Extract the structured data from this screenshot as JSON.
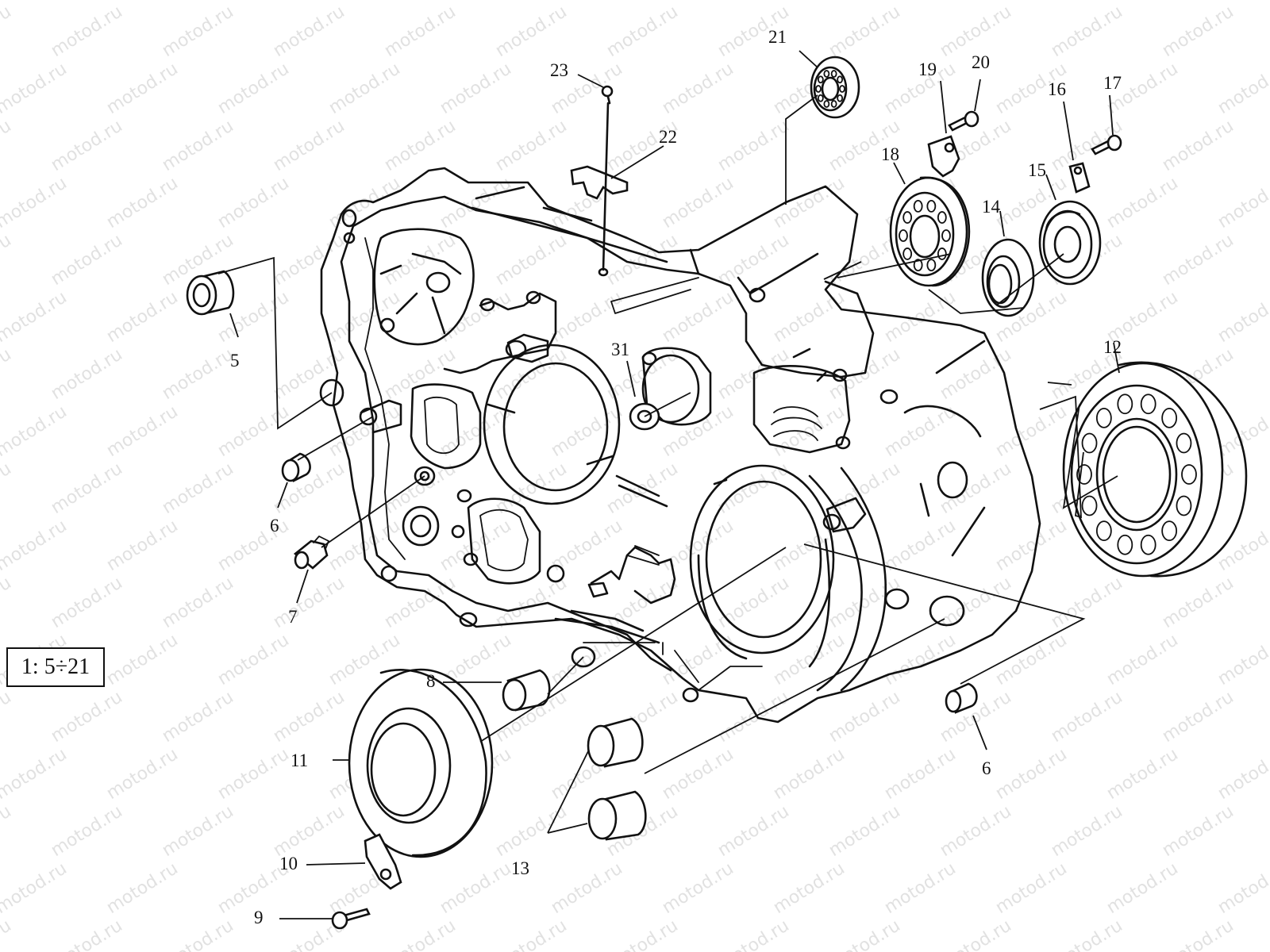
{
  "watermark": "motod.ru",
  "scale_note": "1: 5÷21",
  "part_labels": [
    "5",
    "6",
    "7",
    "8",
    "9",
    "10",
    "11",
    "12",
    "13",
    "14",
    "15",
    "16",
    "17",
    "18",
    "19",
    "20",
    "21",
    "22",
    "23",
    "31",
    "6"
  ],
  "colors": {
    "line": "#111111",
    "background": "#ffffff",
    "watermark": "#c9c9c9"
  }
}
